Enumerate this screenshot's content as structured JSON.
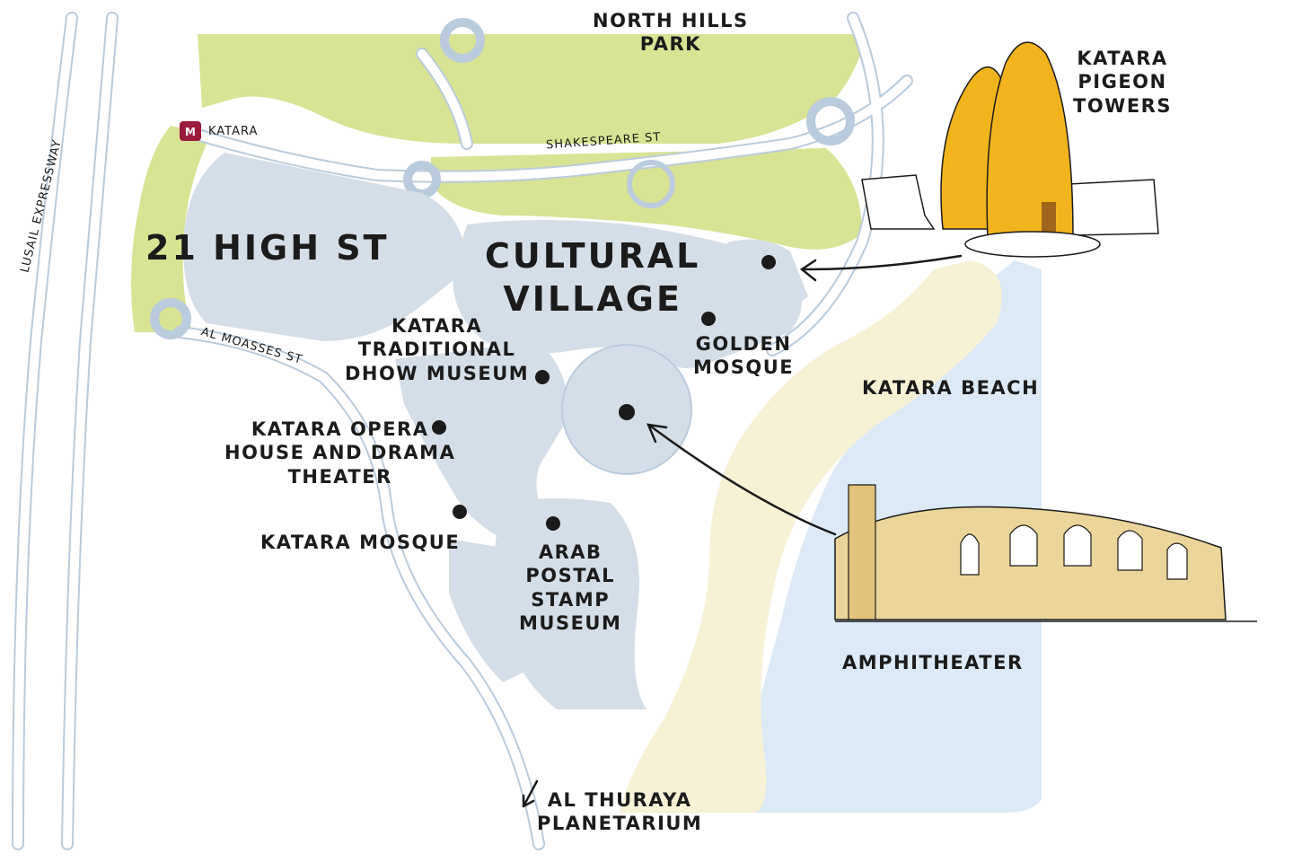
{
  "map": {
    "colors": {
      "water": "#dbeaf6",
      "beach": "#f7f1d6",
      "park": "#d8e394",
      "buildings": "#d4dee8",
      "roads": "#ffffff",
      "road_edge": "#b9cbdc",
      "ink": "#1b1b1b",
      "metro": "#9b1b3b",
      "tower": "#f2b41c"
    },
    "labels": {
      "north_hills_park": "NORTH HILLS\nPARK",
      "metro_station": "KATARA",
      "lusail_expressway": "LUSAIL EXPRESSWAY",
      "shakespeare_st": "SHAKESPEARE ST",
      "high_st": "21 HIGH ST",
      "cultural_village": "CULTURAL\nVILLAGE",
      "al_moasses_st": "AL MOASSES ST",
      "dhow_museum": "KATARA\nTRADITIONAL\nDHOW MUSEUM",
      "golden_mosque": "GOLDEN\nMOSQUE",
      "katara_beach": "KATARA BEACH",
      "opera_house": "KATARA OPERA\nHOUSE AND DRAMA\nTHEATER",
      "katara_mosque": "KATARA MOSQUE",
      "stamp_museum": "ARAB\nPOSTAL\nSTAMP\nMUSEUM",
      "pigeon_towers": "KATARA\nPIGEON\nTOWERS",
      "amphitheater": "AMPHITHEATER",
      "planetarium": "AL THURAYA\nPLANETARIUM"
    },
    "icons": {
      "metro": "metro-station-icon",
      "poi": "poi-dot-icon",
      "pigeon_towers": "pigeon-towers-illustration",
      "amphitheater": "amphitheater-illustration",
      "direction": "south-west-arrow-icon"
    }
  }
}
